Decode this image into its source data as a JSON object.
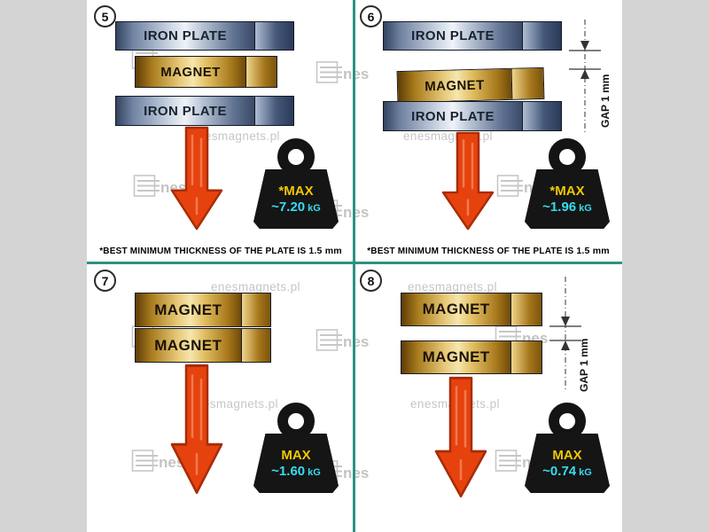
{
  "watermark": {
    "site": "enesmagnets.pl",
    "logo_text": "nes"
  },
  "colors": {
    "divider": "#2f9183",
    "arrow": "#e6420e",
    "weight_label_color": "#efc900",
    "weight_value_color": "#37dcef",
    "iron_plate": "#8fa2bd",
    "magnet": "#d9b054"
  },
  "panels": [
    {
      "number": "5",
      "layers": [
        "IRON PLATE",
        "MAGNET",
        "IRON PLATE"
      ],
      "weight": {
        "label": "*MAX",
        "value": "~7.20",
        "unit": "kG"
      },
      "footnote": {
        "text": "*BEST MINIMUM THICKNESS OF THE PLATE IS",
        "bold": "1.5 mm"
      }
    },
    {
      "number": "6",
      "layers": [
        "IRON PLATE",
        "MAGNET",
        "IRON PLATE"
      ],
      "gap_label": "GAP 1 mm",
      "weight": {
        "label": "*MAX",
        "value": "~1.96",
        "unit": "kG"
      },
      "footnote": {
        "text": "*BEST MINIMUM THICKNESS OF THE PLATE IS",
        "bold": "1.5 mm"
      }
    },
    {
      "number": "7",
      "layers": [
        "MAGNET",
        "MAGNET"
      ],
      "weight": {
        "label": "MAX",
        "value": "~1.60",
        "unit": "kG"
      }
    },
    {
      "number": "8",
      "layers": [
        "MAGNET",
        "MAGNET"
      ],
      "gap_label": "GAP 1 mm",
      "weight": {
        "label": "MAX",
        "value": "~0.74",
        "unit": "kG"
      }
    }
  ]
}
